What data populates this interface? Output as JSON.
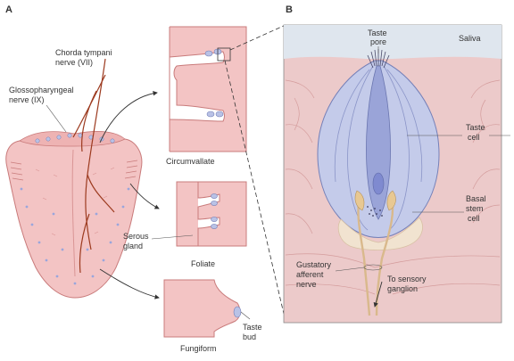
{
  "panels": {
    "a": {
      "letter": "A"
    },
    "b": {
      "letter": "B"
    }
  },
  "labels": {
    "chorda_tympani": [
      "Chorda tympani",
      "nerve (VII)"
    ],
    "glossopharyngeal": [
      "Glossopharyngeal",
      "nerve (IX)"
    ],
    "circumvallate": "Circumvallate",
    "foliate": "Foliate",
    "fungiform": "Fungiform",
    "serous_gland": [
      "Serous",
      "gland"
    ],
    "taste_bud": [
      "Taste",
      "bud"
    ],
    "taste_pore": [
      "Taste",
      "pore"
    ],
    "saliva": "Saliva",
    "taste_cell": [
      "Taste",
      "cell"
    ],
    "basal_stem_cell": [
      "Basal",
      "stem",
      "cell"
    ],
    "gustatory_afferent_nerve": [
      "Gustatory",
      "afferent",
      "nerve"
    ],
    "to_sensory_ganglion": [
      "To sensory",
      "ganglion"
    ]
  },
  "colors": {
    "tissue_pink": "#f3c4c4",
    "tissue_outline": "#c97b7b",
    "tissue_dark": "#e3a2a2",
    "taste_bud_blue": "#b9c2e6",
    "taste_bud_outline": "#7580b8",
    "nerve": "#9c3a1f",
    "saliva_blue": "#dfe6ee",
    "basal_cream": "#f1e3d0",
    "label_text": "#333333"
  }
}
